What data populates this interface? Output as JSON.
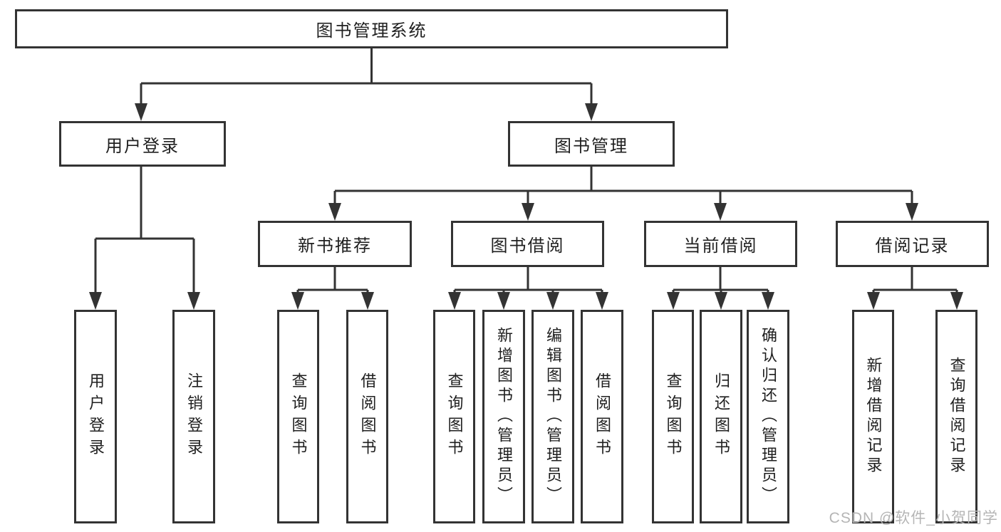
{
  "diagram": {
    "root": {
      "label": "图书管理系统"
    },
    "level2": {
      "user_login": {
        "label": "用户登录"
      },
      "book_management": {
        "label": "图书管理"
      }
    },
    "level3": {
      "new_book_recommend": {
        "label": "新书推荐"
      },
      "book_borrow": {
        "label": "图书借阅"
      },
      "current_borrow": {
        "label": "当前借阅"
      },
      "borrow_records": {
        "label": "借阅记录"
      }
    },
    "leaves": {
      "user_login": {
        "label": "用户登录",
        "parent": "用户登录"
      },
      "logout": {
        "label": "注销登录",
        "parent": "用户登录"
      },
      "nb_query_books": {
        "label": "查询图书",
        "parent": "新书推荐"
      },
      "nb_borrow_books": {
        "label": "借阅图书",
        "parent": "新书推荐"
      },
      "bb_query_books": {
        "label": "查询图书",
        "parent": "图书借阅"
      },
      "bb_add_books": {
        "label": "新增图书（管理员）",
        "parent": "图书借阅"
      },
      "bb_edit_books": {
        "label": "编辑图书（管理员）",
        "parent": "图书借阅"
      },
      "bb_borrow_books": {
        "label": "借阅图书",
        "parent": "图书借阅"
      },
      "cb_query_books": {
        "label": "查询图书",
        "parent": "当前借阅"
      },
      "cb_return_books": {
        "label": "归还图书",
        "parent": "当前借阅"
      },
      "cb_confirm_return": {
        "label": "确认归还（管理员）",
        "parent": "当前借阅"
      },
      "br_add_record": {
        "label": "新增借阅记录",
        "parent": "借阅记录"
      },
      "br_query_record": {
        "label": "查询借阅记录",
        "parent": "借阅记录"
      }
    }
  },
  "watermark": {
    "text": "CSDN @软件_小贺同学"
  },
  "colors": {
    "line": "#333333",
    "text": "#1f1f1f",
    "watermark": "#b5b5b5",
    "background": "#ffffff"
  }
}
